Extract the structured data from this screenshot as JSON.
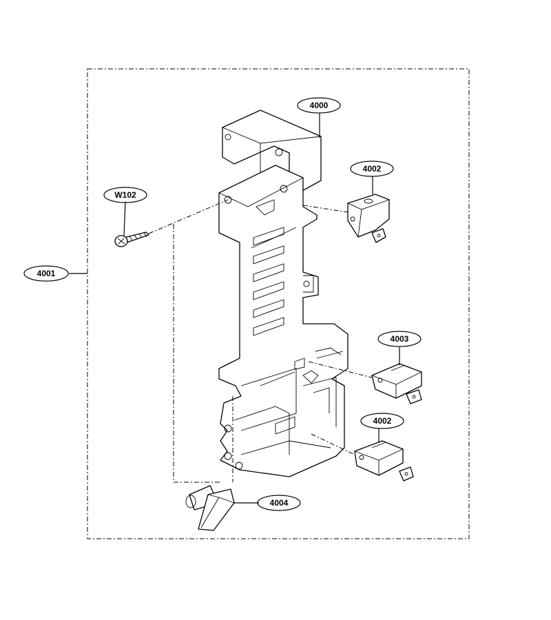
{
  "labels": {
    "housing": "4000",
    "assembly": "4001",
    "switch_upper": "4002",
    "switch_middle": "4003",
    "switch_lower": "4002",
    "lever": "4004",
    "screw": "W102"
  }
}
